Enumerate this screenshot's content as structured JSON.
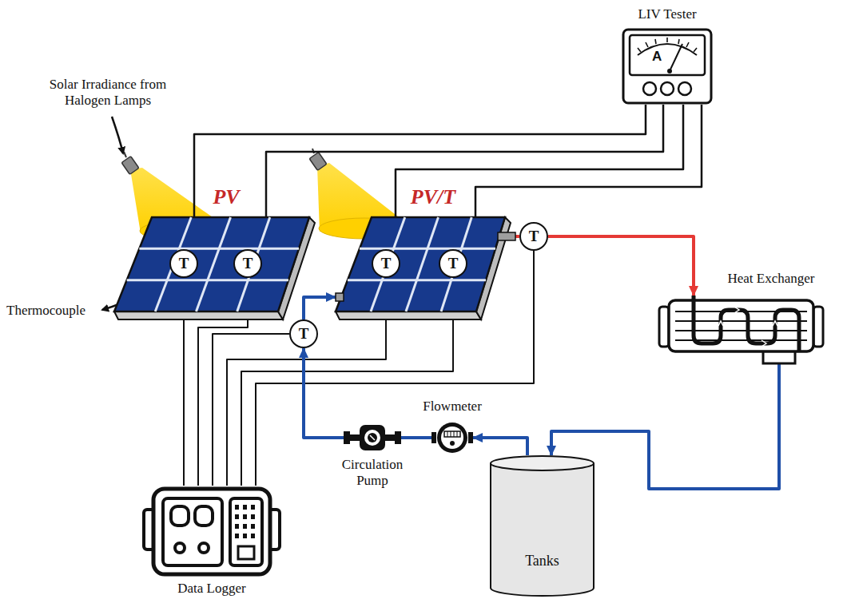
{
  "diagram": {
    "nodes": [
      {
        "text": [
          "LIV Tester",
          "A"
        ]
      },
      {
        "text": [
          "PV"
        ]
      },
      {
        "text": [
          "T"
        ],
        "in": 1
      },
      {
        "text": [
          "T"
        ],
        "in": 1
      },
      {
        "text": [
          "PV/T"
        ]
      },
      {
        "text": [
          "T"
        ],
        "in": 4
      },
      {
        "text": [
          "T"
        ],
        "in": 4
      },
      {
        "text": [
          "T"
        ]
      },
      {
        "text": [
          "Heat Exchanger"
        ]
      },
      {
        "text": [
          "T"
        ]
      },
      {
        "text": [
          "Flowmeter"
        ]
      },
      {
        "text": [
          "Circulation Pump"
        ]
      },
      {
        "text": [
          "Data Logger"
        ]
      },
      {
        "text": [
          "Tanks"
        ]
      }
    ],
    "edges": [
      {
        "from": 1,
        "to": 0,
        "arrow": "none"
      },
      {
        "from": 1,
        "to": 0,
        "arrow": "none"
      },
      {
        "from": 4,
        "to": 0,
        "arrow": "none"
      },
      {
        "from": 4,
        "to": 0,
        "arrow": "none"
      },
      {
        "from": 2,
        "to": 12,
        "arrow": "none"
      },
      {
        "from": 3,
        "to": 12,
        "arrow": "none"
      },
      {
        "from": 9,
        "to": 12,
        "arrow": "none"
      },
      {
        "from": 5,
        "to": 12,
        "arrow": "none"
      },
      {
        "from": 6,
        "to": 12,
        "arrow": "none"
      },
      {
        "from": 7,
        "to": 12,
        "arrow": "none"
      },
      {
        "from": 4,
        "to": 7,
        "arrow": "none"
      },
      {
        "from": 7,
        "to": 8,
        "arrow": "to"
      },
      {
        "from": 8,
        "to": 13,
        "arrow": "to"
      },
      {
        "from": 13,
        "to": 10,
        "arrow": "to"
      },
      {
        "from": 10,
        "to": 11,
        "arrow": "none"
      },
      {
        "from": 11,
        "to": 9,
        "arrow": "to"
      },
      {
        "from": 9,
        "to": 4,
        "arrow": "to"
      }
    ],
    "labels": [
      "Solar Irradiance from Halogen Lamps",
      "Thermocouple"
    ]
  }
}
